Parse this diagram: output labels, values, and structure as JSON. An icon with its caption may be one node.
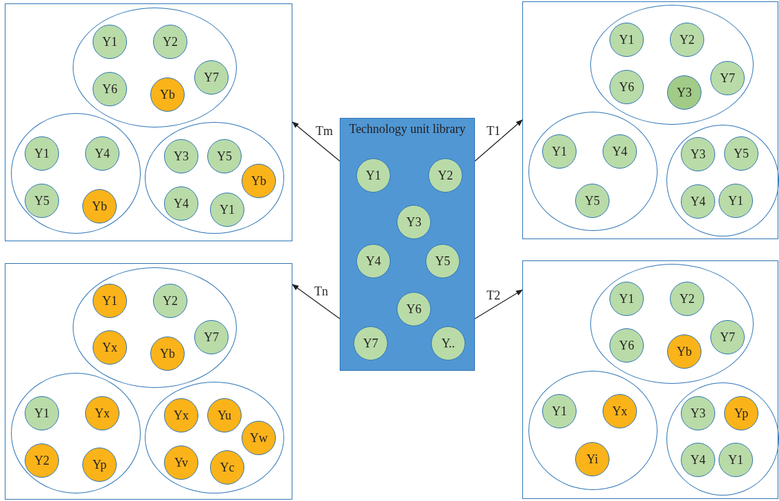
{
  "diagram": {
    "nodes": [
      {
        "text": [],
        "shape": "box"
      },
      {
        "text": [],
        "shape": "ellipse",
        "in": 0
      },
      {
        "text": [
          "Y1"
        ],
        "in": 1
      },
      {
        "text": [
          "Y2"
        ],
        "in": 1
      },
      {
        "text": [
          "Y6"
        ],
        "in": 1
      },
      {
        "text": [
          "Yb"
        ],
        "in": 1
      },
      {
        "text": [
          "Y7"
        ],
        "in": 1
      },
      {
        "text": [],
        "shape": "ellipse",
        "in": 0
      },
      {
        "text": [
          "Y1"
        ],
        "in": 7
      },
      {
        "text": [
          "Y4"
        ],
        "in": 7
      },
      {
        "text": [
          "Y5"
        ],
        "in": 7
      },
      {
        "text": [
          "Yb"
        ],
        "in": 7
      },
      {
        "text": [],
        "shape": "ellipse",
        "in": 0
      },
      {
        "text": [
          "Y3"
        ],
        "in": 12
      },
      {
        "text": [
          "Y5"
        ],
        "in": 12
      },
      {
        "text": [
          "Yb"
        ],
        "in": 12
      },
      {
        "text": [
          "Y4"
        ],
        "in": 12
      },
      {
        "text": [
          "Y1"
        ],
        "in": 12
      },
      {
        "text": [
          "Technology unit library"
        ]
      },
      {
        "text": [
          "Y1"
        ],
        "in": 18
      },
      {
        "text": [
          "Y2"
        ],
        "in": 18
      },
      {
        "text": [
          "Y3"
        ],
        "in": 18
      },
      {
        "text": [
          "Y4"
        ],
        "in": 18
      },
      {
        "text": [
          "Y5"
        ],
        "in": 18
      },
      {
        "text": [
          "Y6"
        ],
        "in": 18
      },
      {
        "text": [
          "Y7"
        ],
        "in": 18
      },
      {
        "text": [
          "Y.."
        ],
        "in": 18
      },
      {
        "text": [],
        "shape": "box"
      },
      {
        "text": [],
        "shape": "ellipse",
        "in": 27
      },
      {
        "text": [
          "Y1"
        ],
        "in": 28
      },
      {
        "text": [
          "Y2"
        ],
        "in": 28
      },
      {
        "text": [
          "Y6"
        ],
        "in": 28
      },
      {
        "text": [
          "Y3"
        ],
        "in": 28
      },
      {
        "text": [
          "Y7"
        ],
        "in": 28
      },
      {
        "text": [],
        "shape": "ellipse",
        "in": 27
      },
      {
        "text": [
          "Y1"
        ],
        "in": 34
      },
      {
        "text": [
          "Y4"
        ],
        "in": 34
      },
      {
        "text": [
          "Y5"
        ],
        "in": 34
      },
      {
        "text": [],
        "shape": "ellipse",
        "in": 27
      },
      {
        "text": [
          "Y3"
        ],
        "in": 38
      },
      {
        "text": [
          "Y5"
        ],
        "in": 38
      },
      {
        "text": [
          "Y4"
        ],
        "in": 38
      },
      {
        "text": [
          "Y1"
        ],
        "in": 38
      },
      {
        "text": [],
        "shape": "box"
      },
      {
        "text": [],
        "shape": "ellipse",
        "in": 43
      },
      {
        "text": [
          "Y1"
        ],
        "in": 44
      },
      {
        "text": [
          "Y2"
        ],
        "in": 44
      },
      {
        "text": [
          "Yx"
        ],
        "in": 44
      },
      {
        "text": [
          "Yb"
        ],
        "in": 44
      },
      {
        "text": [
          "Y7"
        ],
        "in": 44
      },
      {
        "text": [],
        "shape": "ellipse",
        "in": 43
      },
      {
        "text": [
          "Y1"
        ],
        "in": 50
      },
      {
        "text": [
          "Yx"
        ],
        "in": 50
      },
      {
        "text": [
          "Y2"
        ],
        "in": 50
      },
      {
        "text": [
          "Yp"
        ],
        "in": 50
      },
      {
        "text": [],
        "shape": "ellipse",
        "in": 43
      },
      {
        "text": [
          "Yx"
        ],
        "in": 55
      },
      {
        "text": [
          "Yu"
        ],
        "in": 55
      },
      {
        "text": [
          "Yw"
        ],
        "in": 55
      },
      {
        "text": [
          "Yv"
        ],
        "in": 55
      },
      {
        "text": [
          "Yc"
        ],
        "in": 55
      },
      {
        "text": [],
        "shape": "box"
      },
      {
        "text": [],
        "shape": "ellipse",
        "in": 61
      },
      {
        "text": [
          "Y1"
        ],
        "in": 62
      },
      {
        "text": [
          "Y2"
        ],
        "in": 62
      },
      {
        "text": [
          "Y6"
        ],
        "in": 62
      },
      {
        "text": [
          "Yb"
        ],
        "in": 62
      },
      {
        "text": [
          "Y7"
        ],
        "in": 62
      },
      {
        "text": [],
        "shape": "ellipse",
        "in": 61
      },
      {
        "text": [
          "Y1"
        ],
        "in": 68
      },
      {
        "text": [
          "Yx"
        ],
        "in": 68
      },
      {
        "text": [
          "Yi"
        ],
        "in": 68
      },
      {
        "text": [],
        "shape": "ellipse",
        "in": 61
      },
      {
        "text": [
          "Y3"
        ],
        "in": 72
      },
      {
        "text": [
          "Yp"
        ],
        "in": 72
      },
      {
        "text": [
          "Y4"
        ],
        "in": 72
      },
      {
        "text": [
          "Y1"
        ],
        "in": 72
      }
    ],
    "edges": [
      {
        "from": 18,
        "to": 0,
        "arrow": "to",
        "label": "Tm"
      },
      {
        "from": 18,
        "to": 27,
        "arrow": "to",
        "label": "T1"
      },
      {
        "from": 18,
        "to": 43,
        "arrow": "to",
        "label": "Tn"
      },
      {
        "from": 18,
        "to": 61,
        "arrow": "to",
        "label": "T2"
      }
    ]
  }
}
